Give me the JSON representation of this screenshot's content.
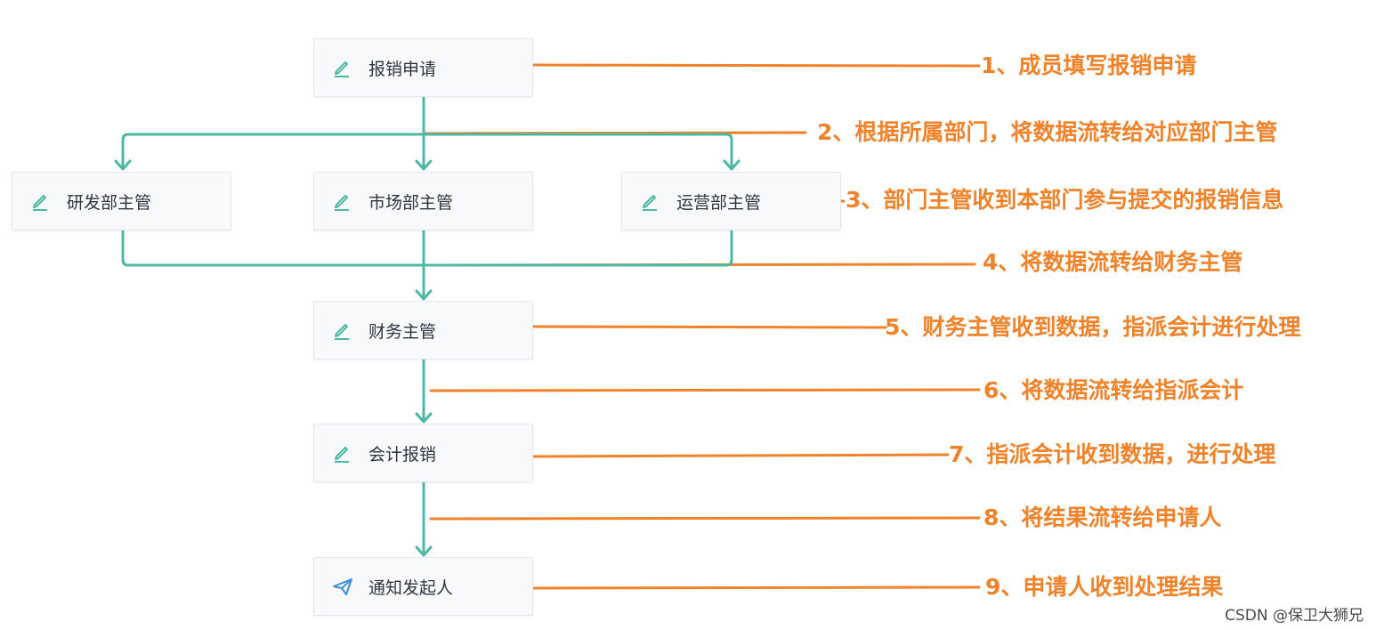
{
  "colors": {
    "flow_line": "#4cb8a3",
    "annotation": "#f0822a",
    "node_bg": "#f8f9fb",
    "node_border": "#e4e7ed",
    "node_text": "#2f3440",
    "send_icon": "#3a8fd6"
  },
  "nodes": {
    "apply": {
      "label": "报销申请",
      "icon": "pencil-icon"
    },
    "rd_manager": {
      "label": "研发部主管",
      "icon": "pencil-icon"
    },
    "market_manager": {
      "label": "市场部主管",
      "icon": "pencil-icon"
    },
    "ops_manager": {
      "label": "运营部主管",
      "icon": "pencil-icon"
    },
    "finance_manager": {
      "label": "财务主管",
      "icon": "pencil-icon"
    },
    "accountant": {
      "label": "会计报销",
      "icon": "pencil-icon"
    },
    "notify": {
      "label": "通知发起人",
      "icon": "send-icon"
    }
  },
  "annotations": [
    "1、成员填写报销申请",
    "2、根据所属部门，将数据流转给对应部门主管",
    "3、部门主管收到本部门参与提交的报销信息",
    "4、将数据流转给财务主管",
    "5、财务主管收到数据，指派会计进行处理",
    "6、将数据流转给指派会计",
    "7、指派会计收到数据，进行处理",
    "8、将结果流转给申请人",
    "9、申请人收到处理结果"
  ],
  "watermark": "CSDN @保卫大狮兄"
}
